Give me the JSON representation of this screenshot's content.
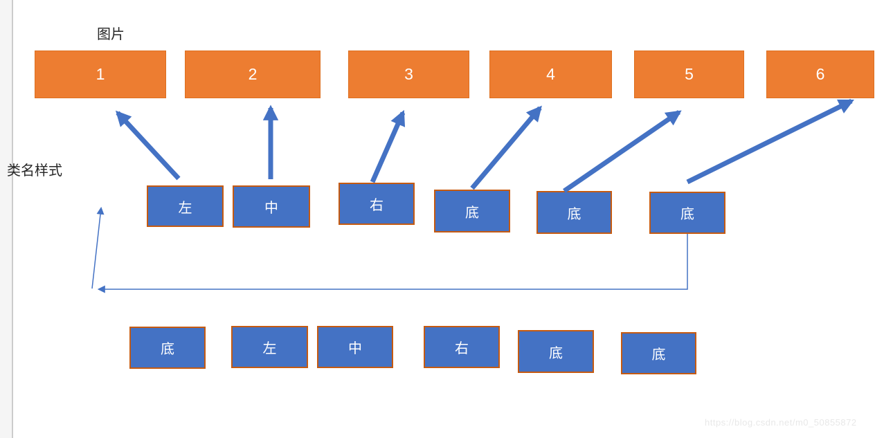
{
  "labels": {
    "images_title": "图片",
    "class_style_title": "类名样式"
  },
  "image_boxes": [
    {
      "label": "1"
    },
    {
      "label": "2"
    },
    {
      "label": "3"
    },
    {
      "label": "4"
    },
    {
      "label": "5"
    },
    {
      "label": "6"
    }
  ],
  "style_boxes_top": [
    {
      "label": "左"
    },
    {
      "label": "中"
    },
    {
      "label": "右"
    },
    {
      "label": "底"
    },
    {
      "label": "底"
    },
    {
      "label": "底"
    }
  ],
  "style_boxes_bottom": [
    {
      "label": "底"
    },
    {
      "label": "左"
    },
    {
      "label": "中"
    },
    {
      "label": "右"
    },
    {
      "label": "底"
    },
    {
      "label": "底"
    }
  ],
  "watermark": "https://blog.csdn.net/m0_50855872",
  "colors": {
    "image_box_fill": "#ED7D31",
    "style_box_fill": "#4472C4",
    "style_box_border": "#C55A11",
    "arrow": "#4472C4",
    "text_on_box": "#ffffff",
    "watermark": "#e8e8e8"
  }
}
